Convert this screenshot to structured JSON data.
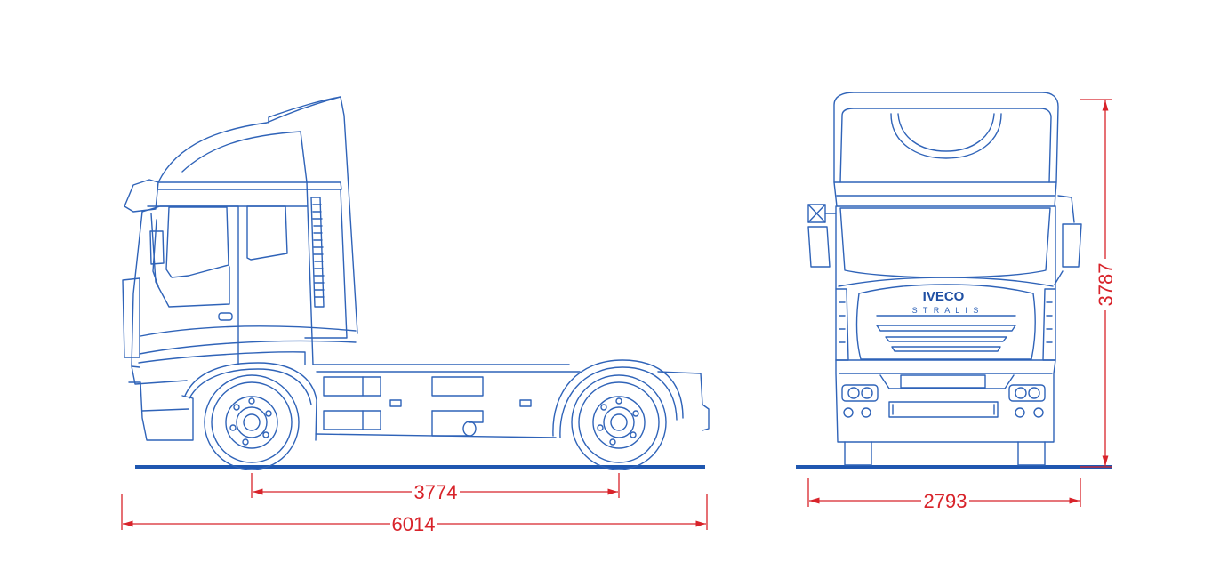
{
  "brand": {
    "logo_text": "IVECO",
    "model_text": "S T R A L I S"
  },
  "dimensions": {
    "wheelbase": "3774",
    "overall_length": "6014",
    "overall_width": "2793",
    "overall_height": "3787"
  },
  "colors": {
    "line_drawing": "#2f63b8",
    "dimension_lines": "#d8232a",
    "ground": "#1f57b0"
  }
}
